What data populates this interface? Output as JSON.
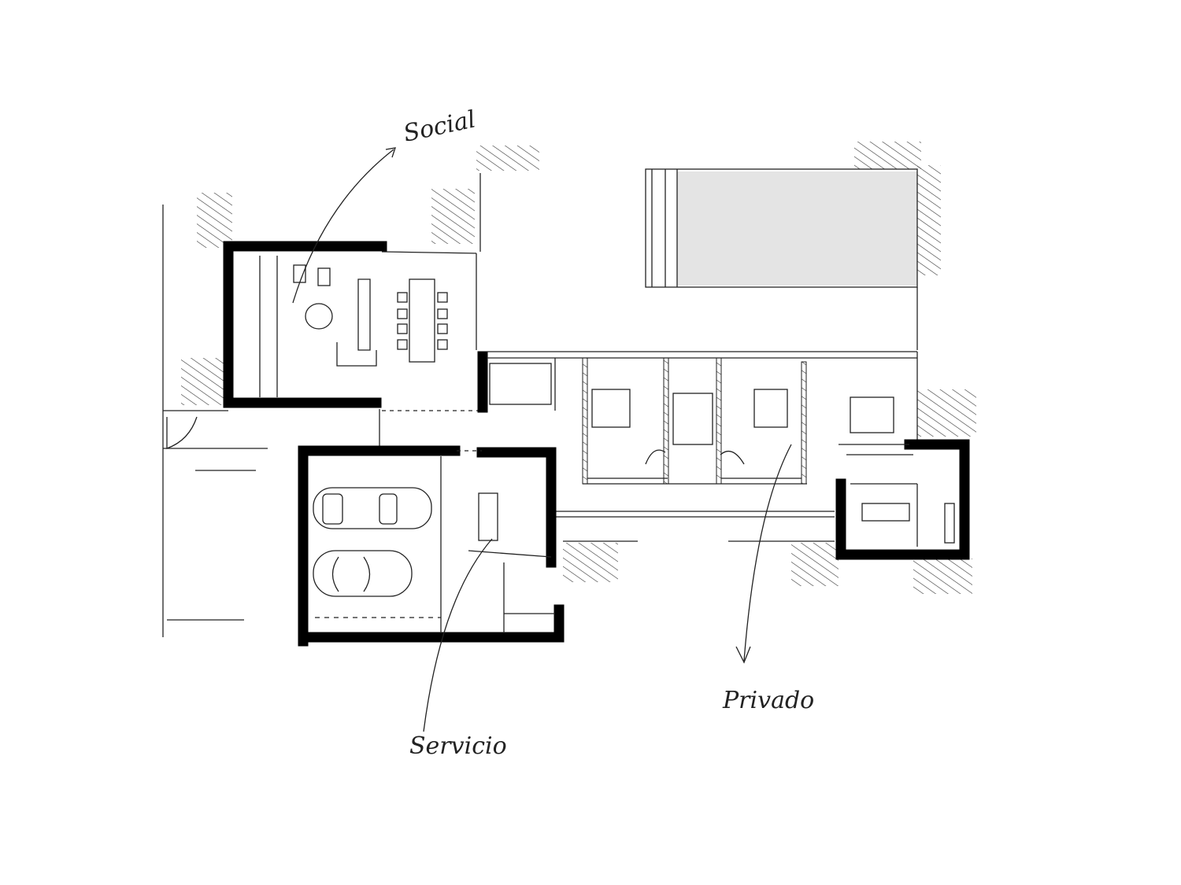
{
  "sketch": {
    "labels": {
      "social": "Social",
      "servicio": "Servicio",
      "privado": "Privado"
    },
    "colors": {
      "ink": "#000000",
      "pool": "#e4e4e4"
    }
  }
}
